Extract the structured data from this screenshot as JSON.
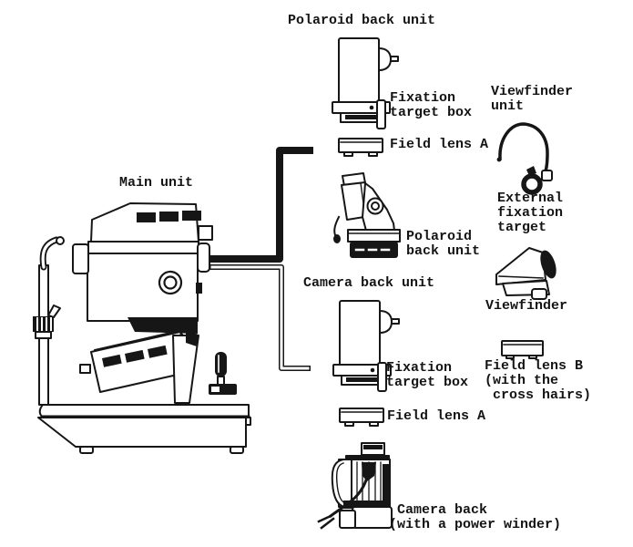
{
  "page": {
    "background": "#ffffff",
    "ink_color": "#161616"
  },
  "diagram": {
    "labels": {
      "polaroid_back_unit_top": "Polaroid back unit",
      "fixation_target_box_top": "Fixation\ntarget box",
      "viewfinder_unit": "Viewfinder\nunit",
      "field_lens_a_top": "Field lens A",
      "main_unit": "Main unit",
      "external_fixation_target": "External\nfixation\ntarget",
      "polaroid_back_unit_mid": "Polaroid\nback unit",
      "camera_back_unit": "Camera back unit",
      "viewfinder": "Viewfinder",
      "fixation_target_box_bottom": "Fixation\ntarget box",
      "field_lens_b": "Field lens B\n(with the\n cross hairs)",
      "field_lens_a_bottom": "Field lens A",
      "camera_back": " Camera back\n(with a power winder)"
    }
  }
}
